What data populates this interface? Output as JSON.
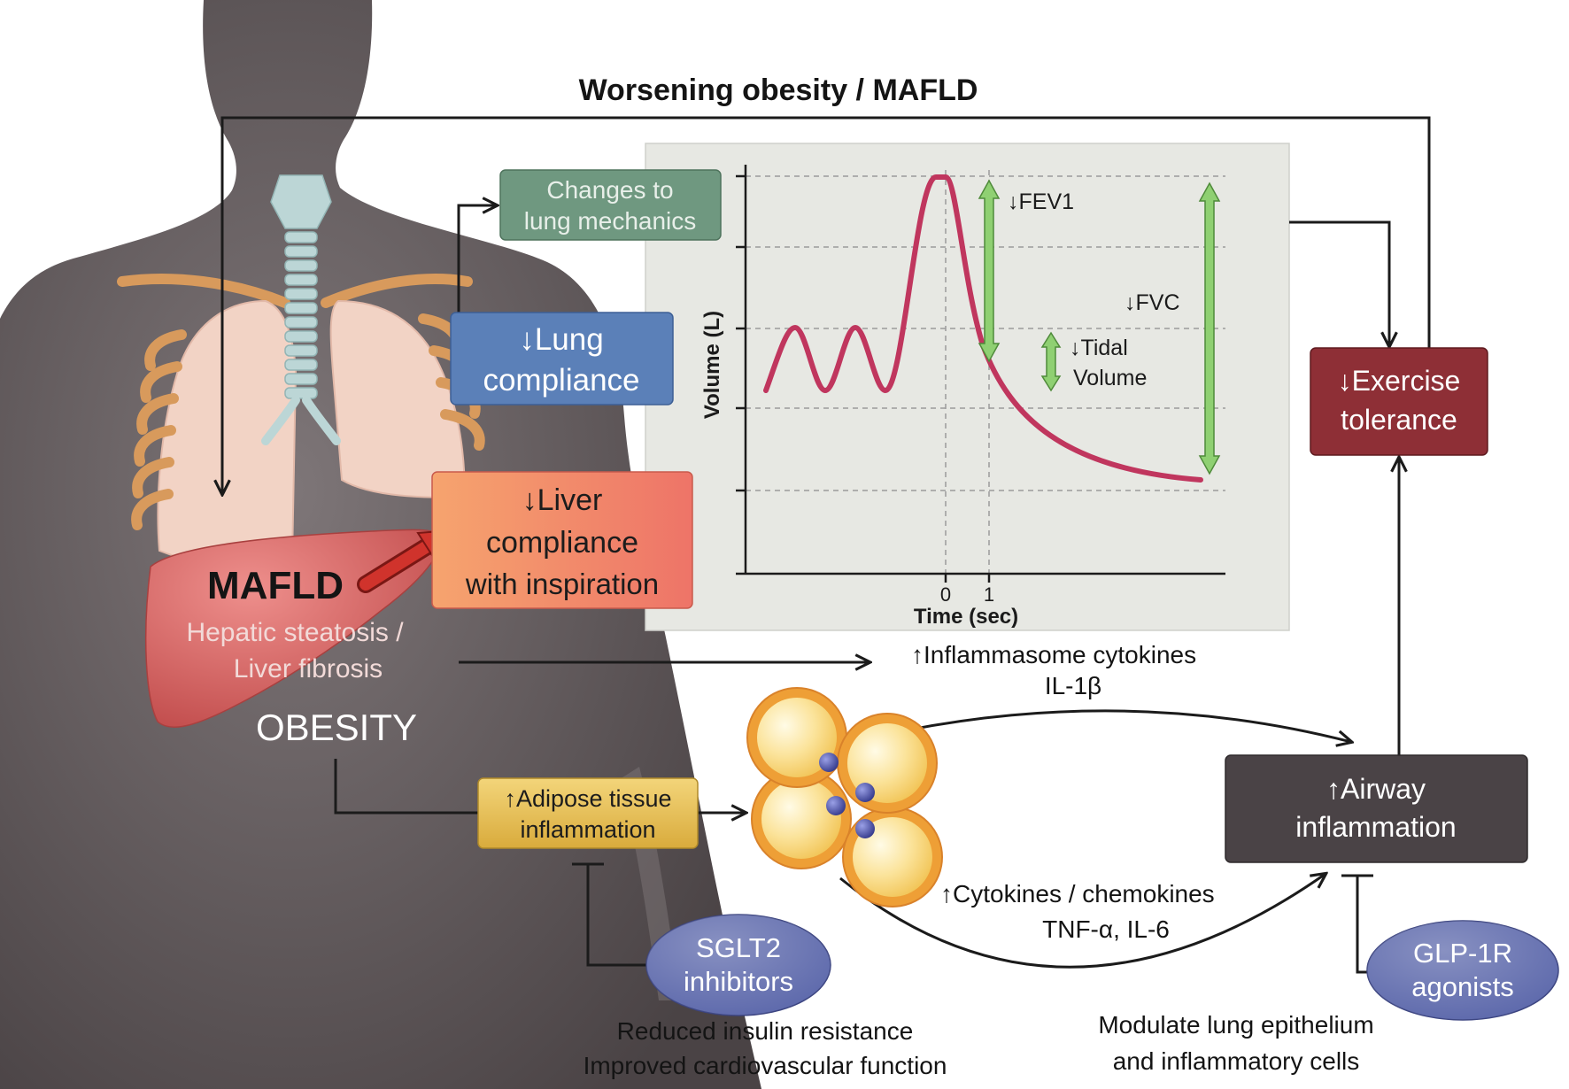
{
  "title": "Worsening obesity / MAFLD",
  "body": {
    "mafld": "MAFLD",
    "hepatic": "Hepatic steatosis /",
    "fibrosis": "Liver fibrosis",
    "obesity": "OBESITY"
  },
  "boxes": {
    "lung_mechanics": [
      "Changes to",
      "lung mechanics"
    ],
    "lung_compliance": [
      "↓Lung",
      "compliance"
    ],
    "liver_compliance": [
      "↓Liver",
      "compliance",
      "with inspiration"
    ],
    "exercise": [
      "↓Exercise",
      "tolerance"
    ],
    "airway": [
      "↑Airway",
      "inflammation"
    ],
    "adipose": [
      "↑Adipose tissue",
      "inflammation"
    ]
  },
  "spirometry": {
    "ylabel": "Volume (L)",
    "xlabel": "Time (sec)",
    "tick_0": "0",
    "tick_1": "1",
    "fev1": "↓FEV1",
    "tidal": [
      "↓Tidal",
      "Volume"
    ],
    "fvc": "↓FVC"
  },
  "labels": {
    "inflammasome": "↑Inflammasome cytokines",
    "il1b": "IL-1β",
    "cytokines": "↑Cytokines / chemokines",
    "tnf": "TNF-α, IL-6"
  },
  "drugs": {
    "sglt2": [
      "SGLT2",
      "inhibitors"
    ],
    "glp1": [
      "GLP-1R",
      "agonists"
    ]
  },
  "effects": {
    "sglt2": [
      "Reduced insulin resistance",
      "Improved cardiovascular function"
    ],
    "glp1": [
      "Modulate lung epithelium",
      "and inflammatory cells"
    ]
  },
  "colors": {
    "body": "#5d5658",
    "liver": "#d5605e",
    "lung_mechanics_box": "#6f9880",
    "lung_compliance_box": "#5b80b8",
    "liver_box_start": "#f6a46e",
    "liver_box_end": "#ee7468",
    "exercise_box": "#8e2f36",
    "airway_box": "#4a4346",
    "adipose_start": "#f3d57a",
    "adipose_end": "#d9ab3c",
    "drug_ellipse": "#5a66aa",
    "spirometry_curve": "#c0365e",
    "measure_arrows": "#8fd072",
    "bone": "#d89a5c"
  }
}
